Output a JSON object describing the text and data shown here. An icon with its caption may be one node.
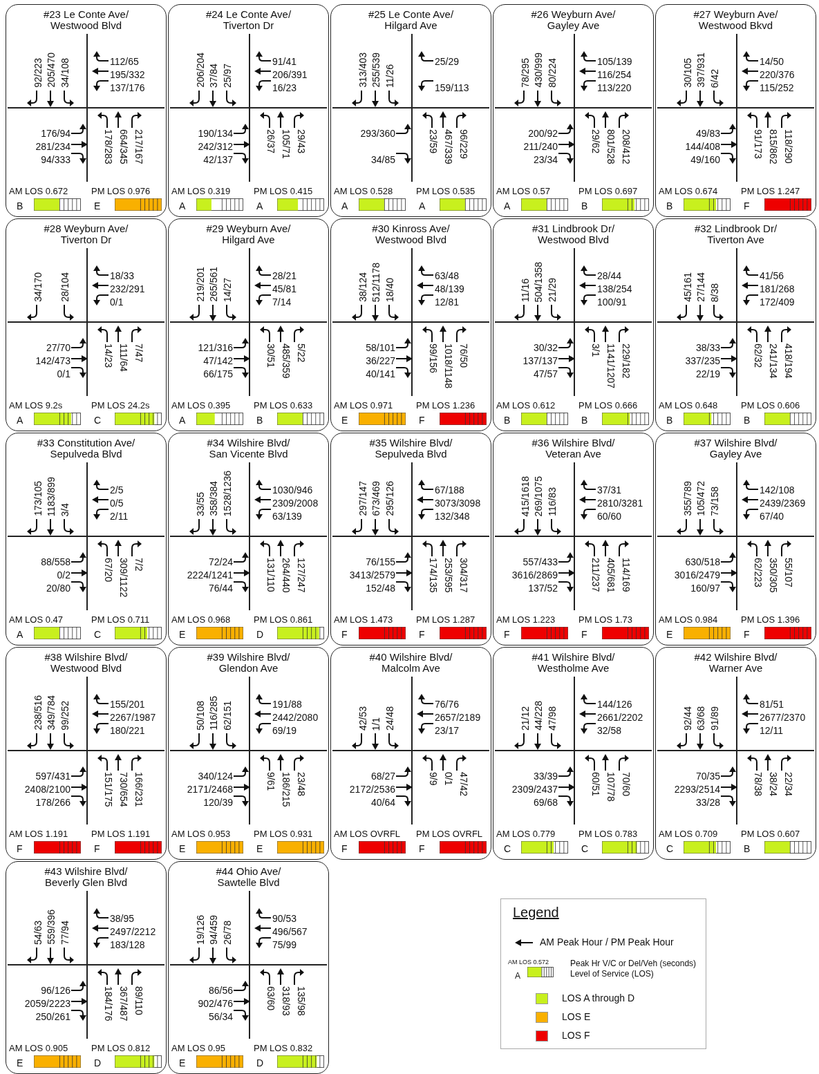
{
  "diagram": {
    "nodes": [
      {
        "text": [
          "#23 Le Conte Ave/ Westwood Blvd",
          "92/223",
          "205/470",
          "34/108",
          "112/65",
          "195/332",
          "137/176",
          "176/94",
          "281/234",
          "94/333",
          "178/283",
          "664/345",
          "217/167",
          "AM LOS 0.672",
          "B",
          "PM LOS 0.976",
          "E"
        ]
      },
      {
        "text": [
          "#24 Le Conte Ave/ Tiverton Dr",
          "206/204",
          "37/84",
          "25/97",
          "91/41",
          "206/391",
          "16/23",
          "190/134",
          "242/312",
          "42/137",
          "26/37",
          "105/71",
          "29/43",
          "AM LOS 0.319",
          "A",
          "PM LOS 0.415",
          "A"
        ]
      },
      {
        "text": [
          "#25 Le Conte Ave/ Hilgard Ave",
          "313/403",
          "255/539",
          "11/26",
          "25/29",
          "159/113",
          "293/360",
          "34/85",
          "23/59",
          "467/339",
          "96/229",
          "AM LOS 0.528",
          "A",
          "PM LOS 0.535",
          "A"
        ]
      },
      {
        "text": [
          "#26 Weyburn Ave/ Gayley Ave",
          "78/295",
          "430/999",
          "80/224",
          "105/139",
          "116/254",
          "113/220",
          "200/92",
          "211/240",
          "23/34",
          "29/62",
          "801/528",
          "208/412",
          "AM LOS 0.57",
          "A",
          "PM LOS 0.697",
          "B"
        ]
      },
      {
        "text": [
          "#27 Weyburn Ave/ Westwood Bkvd",
          "30/105",
          "397/931",
          "6/42",
          "14/50",
          "220/376",
          "115/252",
          "49/83",
          "144/408",
          "49/160",
          "91/173",
          "815/862",
          "118/290",
          "AM LOS 0.674",
          "B",
          "PM LOS 1.247",
          "F"
        ]
      },
      {
        "text": [
          "#28 Weyburn Ave/ Tiverton Dr",
          "34/170",
          "28/104",
          "18/33",
          "232/291",
          "0/1",
          "27/70",
          "142/473",
          "0/1",
          "14/23",
          "111/64",
          "7/47",
          "AM LOS 9.2s",
          "A",
          "PM LOS 24.2s",
          "C"
        ]
      },
      {
        "text": [
          "#29 Weyburn Ave/ Hilgard Ave",
          "219/201",
          "265/561",
          "14/27",
          "28/21",
          "45/81",
          "7/14",
          "121/316",
          "47/142",
          "66/175",
          "30/51",
          "485/359",
          "5/22",
          "AM LOS 0.395",
          "A",
          "PM LOS 0.633",
          "B"
        ]
      },
      {
        "text": [
          "#30 Kinross Ave/ Westwood Blvd",
          "38/124",
          "512/1178",
          "18/40",
          "63/48",
          "48/139",
          "12/81",
          "58/101",
          "36/227",
          "40/141",
          "99/156",
          "1018/1148",
          "76/50",
          "AM LOS 0.971",
          "E",
          "PM LOS 1.236",
          "F"
        ]
      },
      {
        "text": [
          "#31 Lindbrook Dr/ Westwood Blvd",
          "11/16",
          "504/1358",
          "21/29",
          "28/44",
          "138/254",
          "100/91",
          "30/32",
          "137/137",
          "47/57",
          "3/1",
          "1141/1207",
          "229/182",
          "AM LOS 0.612",
          "B",
          "PM LOS 0.666",
          "B"
        ]
      },
      {
        "text": [
          "#32 Lindbrook Dr/ Tiverton Ave",
          "45/161",
          "27/144",
          "8/38",
          "41/56",
          "181/268",
          "172/409",
          "38/33",
          "337/235",
          "22/19",
          "62/32",
          "241/134",
          "418/194",
          "AM LOS 0.648",
          "B",
          "PM LOS 0.606",
          "B"
        ]
      },
      {
        "text": [
          "#33 Constitution Ave/ Sepulveda Blvd",
          "173/105",
          "1183/899",
          "3/4",
          "2/5",
          "0/5",
          "2/11",
          "88/558",
          "0/2",
          "20/80",
          "67/20",
          "309/1122",
          "7/2",
          "AM LOS 0.47",
          "A",
          "PM LOS 0.711",
          "C"
        ]
      },
      {
        "text": [
          "#34 Wilshire Blvd/ San Vicente Blvd",
          "33/55",
          "358/384",
          "1528/1236",
          "1030/946",
          "2309/2008",
          "63/139",
          "72/24",
          "2224/1241",
          "76/44",
          "131/110",
          "264/440",
          "127/247",
          "AM LOS 0.968",
          "E",
          "PM LOS 0.861",
          "D"
        ]
      },
      {
        "text": [
          "#35 Wilshire Blvd/ Sepulveda Blvd",
          "297/147",
          "673/469",
          "295/126",
          "67/188",
          "3073/3098",
          "132/348",
          "76/155",
          "3413/2579",
          "152/48",
          "174/135",
          "253/595",
          "304/317",
          "AM LOS 1.473",
          "F",
          "PM LOS 1.287",
          "F"
        ]
      },
      {
        "text": [
          "#36 Wilshire Blvd/ Veteran Ave",
          "415/1618",
          "269/1075",
          "116/83",
          "37/31",
          "2810/3281",
          "60/60",
          "557/433",
          "3616/2869",
          "137/52",
          "211/237",
          "405/681",
          "114/169",
          "AM LOS 1.223",
          "F",
          "PM LOS 1.73",
          "F"
        ]
      },
      {
        "text": [
          "#37 Wilshire Blvd/ Gayley Ave",
          "355/789",
          "105/472",
          "73/158",
          "142/108",
          "2439/2369",
          "67/40",
          "630/518",
          "3016/2479",
          "160/97",
          "62/223",
          "350/305",
          "55/107",
          "AM LOS 0.984",
          "E",
          "PM LOS 1.396",
          "F"
        ]
      },
      {
        "text": [
          "#38 Wilshire Blvd/ Westwood Blvd",
          "238/516",
          "349/784",
          "99/252",
          "155/201",
          "2267/1987",
          "180/221",
          "597/431",
          "2408/2100",
          "178/266",
          "151/175",
          "730/654",
          "166/231",
          "AM LOS 1.191",
          "F",
          "PM LOS 1.191",
          "F"
        ]
      },
      {
        "text": [
          "#39 Wilshire Blvd/ Glendon Ave",
          "50/108",
          "116/285",
          "62/151",
          "191/88",
          "2442/2080",
          "69/19",
          "340/124",
          "2171/2468",
          "120/39",
          "9/61",
          "186/215",
          "23/48",
          "AM LOS 0.953",
          "E",
          "PM LOS 0.931",
          "E"
        ]
      },
      {
        "text": [
          "#40 Wilshire Blvd/ Malcolm Ave",
          "42/53",
          "1/1",
          "24/48",
          "76/76",
          "2657/2189",
          "23/17",
          "68/27",
          "2172/2536",
          "40/64",
          "9/9",
          "0/1",
          "47/42",
          "AM LOS OVRFL",
          "F",
          "PM LOS OVRFL",
          "F"
        ]
      },
      {
        "text": [
          "#41 Wilshire Blvd/ Westholme Ave",
          "21/12",
          "44/228",
          "47/98",
          "144/126",
          "2661/2202",
          "32/58",
          "33/39",
          "2309/2437",
          "69/68",
          "60/51",
          "107/78",
          "70/60",
          "AM LOS 0.779",
          "C",
          "PM LOS 0.783",
          "C"
        ]
      },
      {
        "text": [
          "#42 Wilshire Blvd/ Warner Ave",
          "92/44",
          "63/68",
          "91/89",
          "81/51",
          "2677/2370",
          "12/11",
          "70/35",
          "2293/2514",
          "33/28",
          "78/38",
          "38/24",
          "22/34",
          "AM LOS 0.709",
          "C",
          "PM LOS 0.607",
          "B"
        ]
      },
      {
        "text": [
          "#43 Wilshire Blvd/ Beverly Glen Blvd",
          "54/63",
          "559/396",
          "77/94",
          "38/95",
          "2497/2212",
          "183/128",
          "96/126",
          "2059/2223",
          "250/261",
          "184/176",
          "367/487",
          "89/110",
          "AM LOS 0.905",
          "E",
          "PM LOS 0.812",
          "D"
        ]
      },
      {
        "text": [
          "#44 Ohio Ave/ Sawtelle Blvd",
          "19/126",
          "94/459",
          "26/78",
          "90/53",
          "496/567",
          "75/99",
          "86/56",
          "902/476",
          "56/34",
          "63/60",
          "318/93",
          "135/98",
          "AM LOS 0.95",
          "E",
          "PM LOS 0.832",
          "D"
        ]
      }
    ],
    "labels": [
      "Legend",
      "AM LOS 0.572",
      "A"
    ],
    "legend": [
      {
        "text": "AM Peak Hour / PM Peak Hour"
      },
      {
        "text": "Peak Hr V/C or Del/Veh (seconds) Level of Service (LOS)"
      },
      {
        "text": "LOS A through D",
        "color": "#c8f01e"
      },
      {
        "text": "LOS E",
        "color": "#f9b000"
      },
      {
        "text": "LOS F",
        "color": "#ee0000"
      }
    ]
  }
}
